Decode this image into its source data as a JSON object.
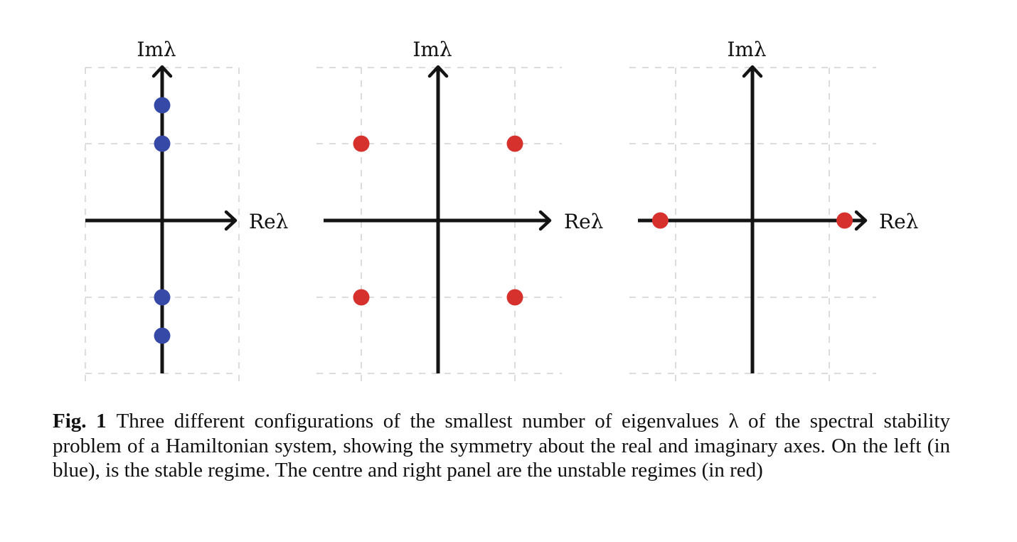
{
  "figure": {
    "colors": {
      "axis": "#141414",
      "grid": "#c8c8c8",
      "stable": "#3749a6",
      "unstable": "#d7312d"
    },
    "panels": [
      {
        "id": "left",
        "regime": "stable",
        "im_label": "Imλ",
        "re_label": "Reλ",
        "eigenvalues": [
          {
            "re": 0,
            "im": 1.5
          },
          {
            "re": 0,
            "im": 1
          },
          {
            "re": 0,
            "im": -1
          },
          {
            "re": 0,
            "im": -1.5
          }
        ]
      },
      {
        "id": "centre",
        "regime": "unstable",
        "im_label": "Imλ",
        "re_label": "Reλ",
        "eigenvalues": [
          {
            "re": -1,
            "im": 1
          },
          {
            "re": 1,
            "im": 1
          },
          {
            "re": -1,
            "im": -1
          },
          {
            "re": 1,
            "im": -1
          }
        ]
      },
      {
        "id": "right",
        "regime": "unstable",
        "im_label": "Imλ",
        "re_label": "Reλ",
        "eigenvalues": [
          {
            "re": -1.2,
            "im": 0
          },
          {
            "re": 1.2,
            "im": 0
          }
        ]
      }
    ]
  },
  "caption": {
    "label": "Fig. 1",
    "text": "Three different configurations of the smallest number of eigenvalues λ of the spectral stability problem of a Hamiltonian system, showing the symmetry about the real and imaginary axes. On the left (in blue), is the stable regime. The centre and right panel are the unstable regimes (in red)"
  }
}
